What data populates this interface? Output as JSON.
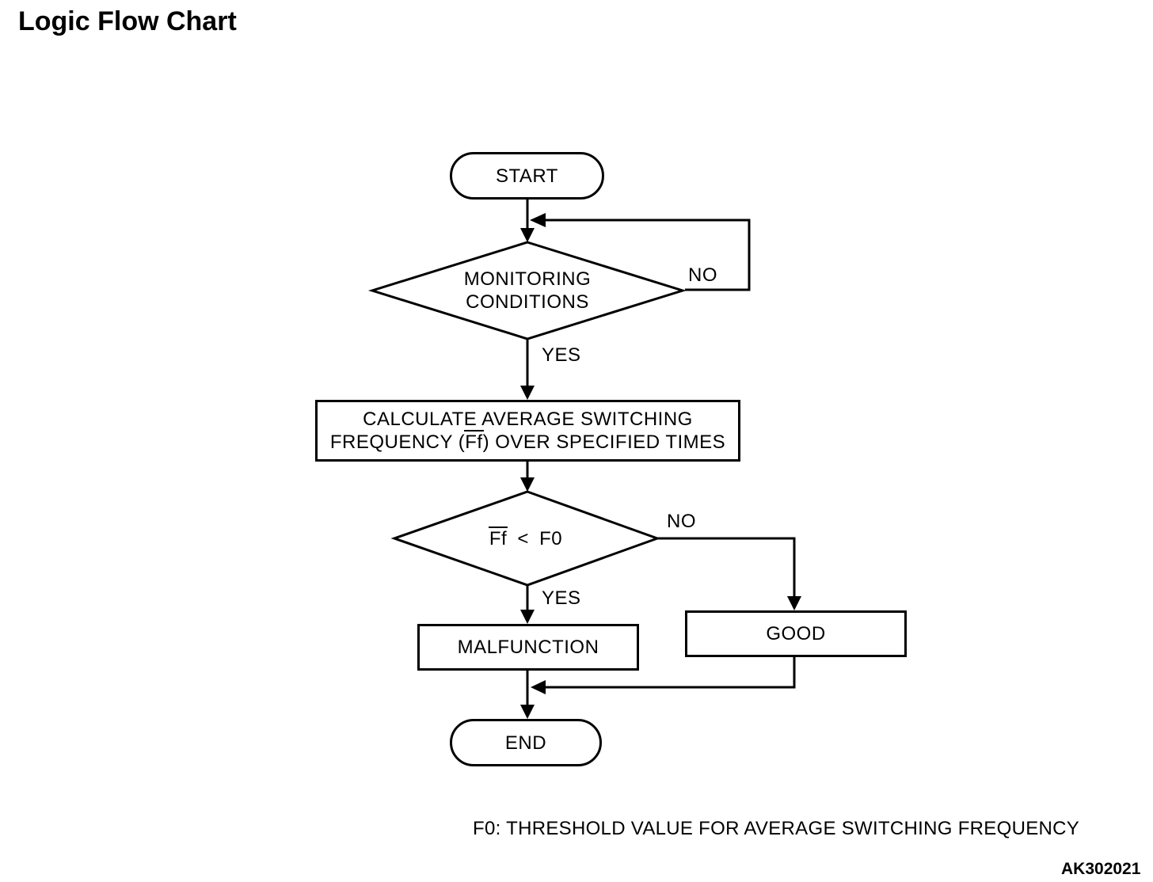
{
  "title": "Logic Flow Chart",
  "footnote": "F0: THRESHOLD VALUE FOR AVERAGE SWITCHING FREQUENCY",
  "figure_code": "AK302021",
  "colors": {
    "ink": "#000000",
    "background": "#ffffff"
  },
  "flowchart": {
    "start": {
      "label": "START"
    },
    "monitoring_decision": {
      "line1": "MONITORING",
      "line2": "CONDITIONS",
      "yes_label": "YES",
      "no_label": "NO"
    },
    "calculate_process": {
      "line1": "CALCULATE AVERAGE SWITCHING",
      "line2_prefix": "FREQUENCY (",
      "line2_overlined": "Ff",
      "line2_suffix": ") OVER SPECIFIED TIMES"
    },
    "threshold_decision": {
      "overlined": "Ff",
      "condition": "< F0",
      "yes_label": "YES",
      "no_label": "NO"
    },
    "malfunction": {
      "label": "MALFUNCTION"
    },
    "good": {
      "label": "GOOD"
    },
    "end": {
      "label": "END"
    }
  }
}
